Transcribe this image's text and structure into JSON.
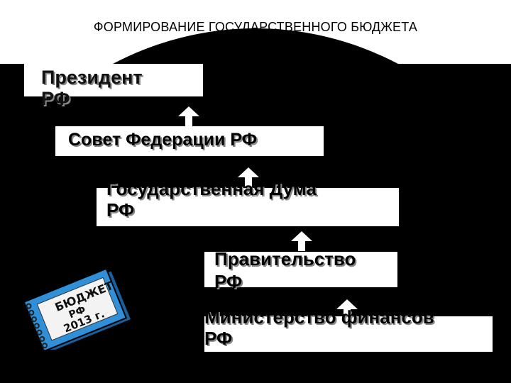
{
  "slide": {
    "title": "ФОРМИРОВАНИЕ ГОСУДАРСТВЕННОГО БЮДЖЕТА"
  },
  "hierarchy": [
    {
      "label": "Президент\nРФ"
    },
    {
      "label": "Совет Федерации РФ"
    },
    {
      "label": "Государственная Дума\nРФ"
    },
    {
      "label": "Правительство\nРФ"
    },
    {
      "label": "Министерство финансов\nРФ"
    }
  ],
  "book": {
    "line1": "БЮДЖЕТ",
    "line2": "РФ",
    "line3": "2013 г."
  },
  "colors": {
    "background": "#000000",
    "box": "#ffffff",
    "arrow": "#ffffff",
    "book_cover": "#2f8fd8"
  }
}
